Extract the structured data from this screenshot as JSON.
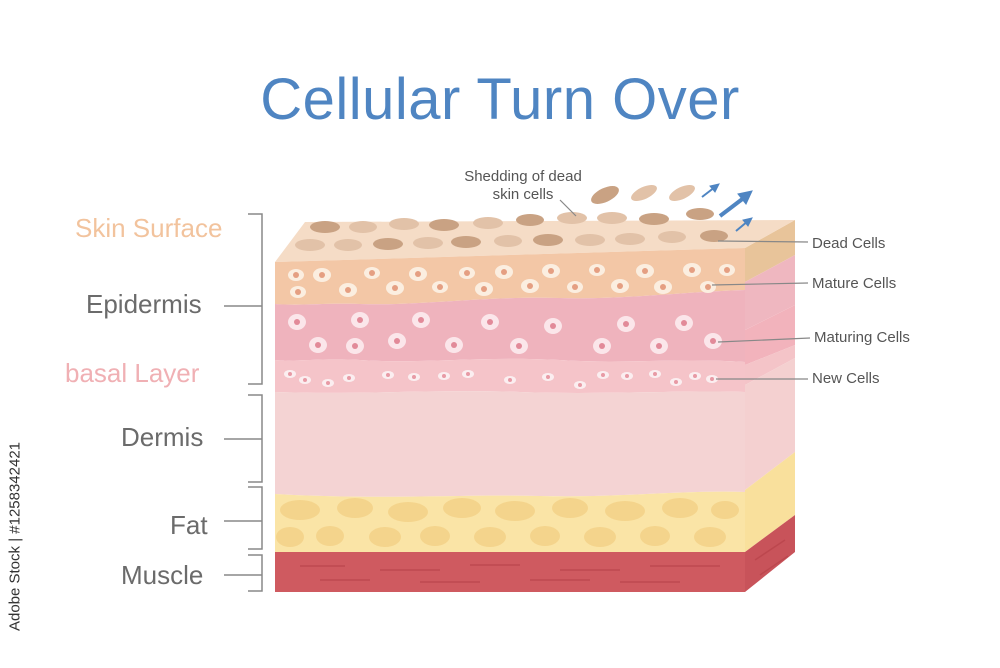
{
  "title": "Cellular Turn Over",
  "layers": {
    "skin_surface": "Skin Surface",
    "epidermis": "Epidermis",
    "basal_layer": "basal Layer",
    "dermis": "Dermis",
    "fat": "Fat",
    "muscle": "Muscle"
  },
  "cells": {
    "dead": "Dead Cells",
    "mature": "Mature Cells",
    "maturing": "Maturing Cells",
    "new": "New Cells"
  },
  "shedding_label": "Shedding of dead skin cells",
  "watermark": "Adobe Stock | #1258342421",
  "colors": {
    "title": "#4f85c2",
    "surface_label": "#f2c39d",
    "basal_label": "#f0b0b4",
    "arrow": "#4f85c2"
  }
}
